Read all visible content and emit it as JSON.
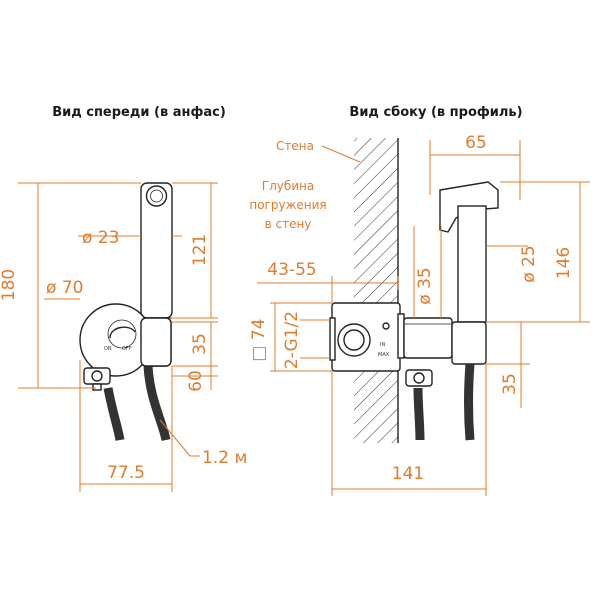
{
  "titles": {
    "front": "Вид спереди (в анфас)",
    "side": "Вид сбоку (в профиль)"
  },
  "front_dims": {
    "height_180": "180",
    "dia_23": "ø 23",
    "len_121": "121",
    "dia_70": "ø 70",
    "h_35": "35",
    "h_60": "60",
    "hose": "1.2 м",
    "width_77_5": "77.5"
  },
  "side_dims": {
    "wall": "Стена",
    "depth_line1": "Глубина",
    "depth_line2": "погружения",
    "depth_line3": "в стену",
    "depth_val": "43-55",
    "width_65": "65",
    "dia_25": "ø 25",
    "h_146": "146",
    "dia_35": "ø 35",
    "sq_74": "□ 74",
    "thread": "2-G1/2",
    "h_35": "35",
    "width_141": "141"
  },
  "valve_labels": {
    "on": "ON",
    "off": "OFF",
    "in": "IN",
    "max": "MAX"
  },
  "colors": {
    "dimension": "#e07b2e",
    "outline": "#222222"
  }
}
